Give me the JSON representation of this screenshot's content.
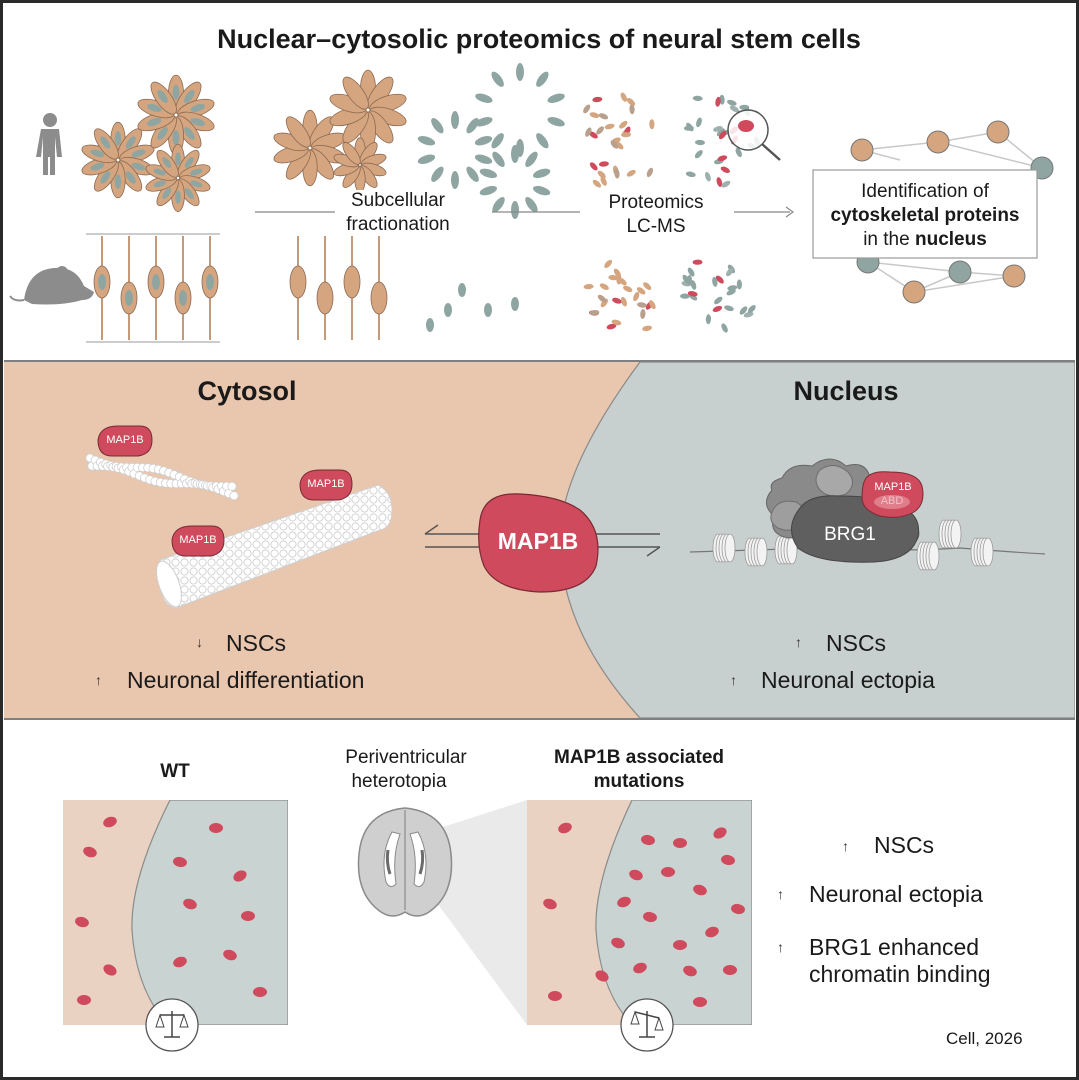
{
  "title": "Nuclear–cytosolic proteomics of neural stem cells",
  "top_panel": {
    "human_icon": "human-figure-icon",
    "mouse_icon": "mouse-icon",
    "step1_label_line1": "Subcellular",
    "step1_label_line2": "fractionation",
    "step2_label_line1": "Proteomics",
    "step2_label_line2": "LC-MS",
    "result_line1": "Identification of",
    "result_line2_bold": "cytoskeletal proteins",
    "result_line3_prefix": "in the ",
    "result_line3_bold": "nucleus"
  },
  "middle_panel": {
    "cytosol_title": "Cytosol",
    "nucleus_title": "Nucleus",
    "center_protein": "MAP1B",
    "map1b_small": "MAP1B",
    "abd_label": "ABD",
    "brg1_label": "BRG1",
    "cytosol_effect1": "NSCs",
    "cytosol_effect1_dir": "down",
    "cytosol_effect2": "Neuronal differentiation",
    "cytosol_effect2_dir": "up",
    "nucleus_effect1": "NSCs",
    "nucleus_effect1_dir": "up",
    "nucleus_effect2": "Neuronal ectopia",
    "nucleus_effect2_dir": "up"
  },
  "bottom_panel": {
    "wt_label": "WT",
    "heterotopia_line1": "Periventricular",
    "heterotopia_line2": "heterotopia",
    "mutation_line1": "MAP1B associated",
    "mutation_line2": "mutations",
    "effect1": "NSCs",
    "effect2": "Neuronal ectopia",
    "effect3_line1": "BRG1 enhanced",
    "effect3_line2": "chromatin binding",
    "balance_icon": "balance-scale-icon",
    "brain_icon": "brain-section-icon"
  },
  "citation": "Cell, 2026",
  "colors": {
    "cytosol_bg": "#e9c6ae",
    "nucleus_bg": "#c7d0ce",
    "map1b_red": "#cf4a5c",
    "cell_tan": "#d4a57f",
    "nucleus_teal": "#8fa5a2"
  }
}
